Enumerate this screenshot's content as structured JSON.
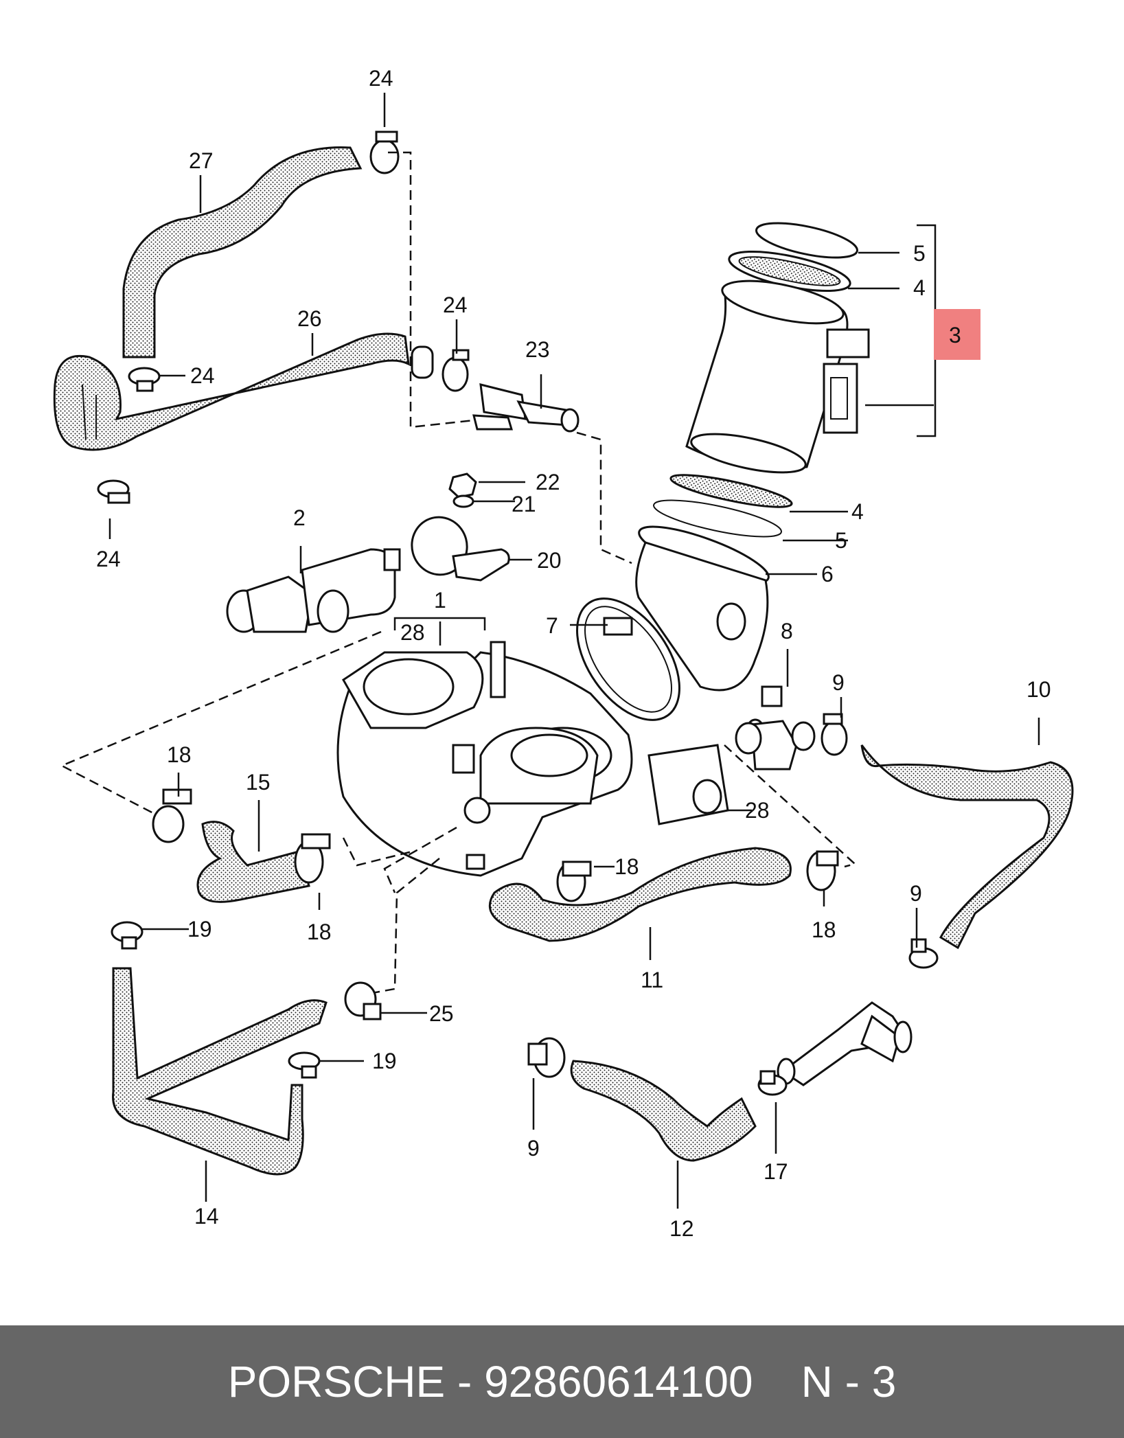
{
  "callouts": {
    "c24a": "24",
    "c27": "27",
    "c26": "26",
    "c24b": "24",
    "c24c": "24",
    "c24d": "24",
    "c23": "23",
    "c5a": "5",
    "c4a": "4",
    "c3": "3",
    "c4b": "4",
    "c5b": "5",
    "c6": "6",
    "c22": "22",
    "c21": "21",
    "c20": "20",
    "c2": "2",
    "c1": "1",
    "c28a": "28",
    "c7": "7",
    "c8": "8",
    "c9a": "9",
    "c10": "10",
    "c18a": "18",
    "c15": "15",
    "c18b": "18",
    "c28b": "28",
    "c18c": "18",
    "c18d": "18",
    "c11": "11",
    "c19a": "19",
    "c9b": "9",
    "c25": "25",
    "c19b": "19",
    "c9c": "9",
    "c17": "17",
    "c12": "12",
    "c14": "14"
  },
  "highlight": {
    "color": "#f08080"
  },
  "footer": {
    "brand": "PORSCHE",
    "separator": "-",
    "part_number": "92860614100",
    "position_code": "N - 3"
  }
}
